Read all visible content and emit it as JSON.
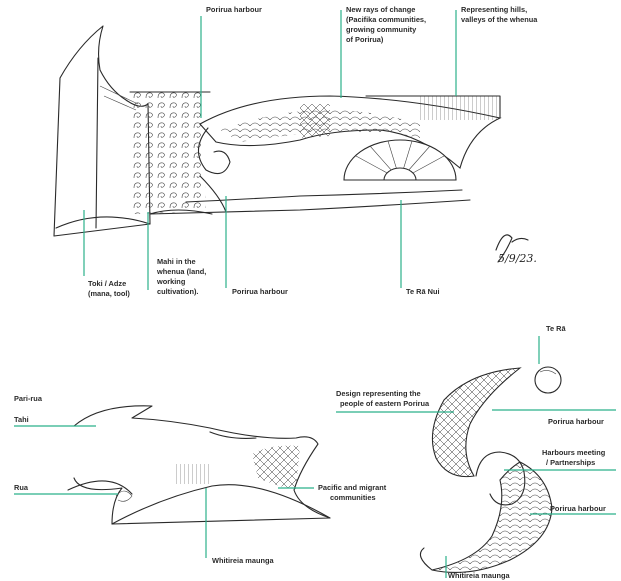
{
  "accent_color": "#2bb08a",
  "sketch_one": {
    "labels": {
      "porirua_top": "Porirua harbour",
      "new_rays": [
        "New rays of change",
        "(Pacifika communities,",
        "growing community",
        "of Porirua)"
      ],
      "hills": [
        "Representing hills,",
        "valleys of the whenua"
      ],
      "toki": [
        "Toki / Adze",
        "(mana, tool)"
      ],
      "mahi": [
        "Mahi in the",
        "whenua (land,",
        "working",
        "cultivation)."
      ],
      "porirua_bottom": "Porirua harbour",
      "te_ra_nui": "Te Rā Nui"
    },
    "signature": [
      "5/9/23."
    ]
  },
  "sketch_two": {
    "labels": {
      "title": "Pari-rua",
      "tahi": "Tahi",
      "rua": "Rua",
      "pacific": [
        "Pacific and migrant",
        "communities"
      ],
      "whitireia": "Whitireia maunga"
    }
  },
  "sketch_three": {
    "labels": {
      "te_ra": "Te Rā",
      "design": [
        "Design representing the",
        "people of eastern Porirua"
      ],
      "porirua_a": "Porirua harbour",
      "harbours": [
        "Harbours meeting",
        "/ Partnerships"
      ],
      "porirua_b": "Porirua harbour",
      "whitireia": "Whitireia maunga"
    }
  }
}
